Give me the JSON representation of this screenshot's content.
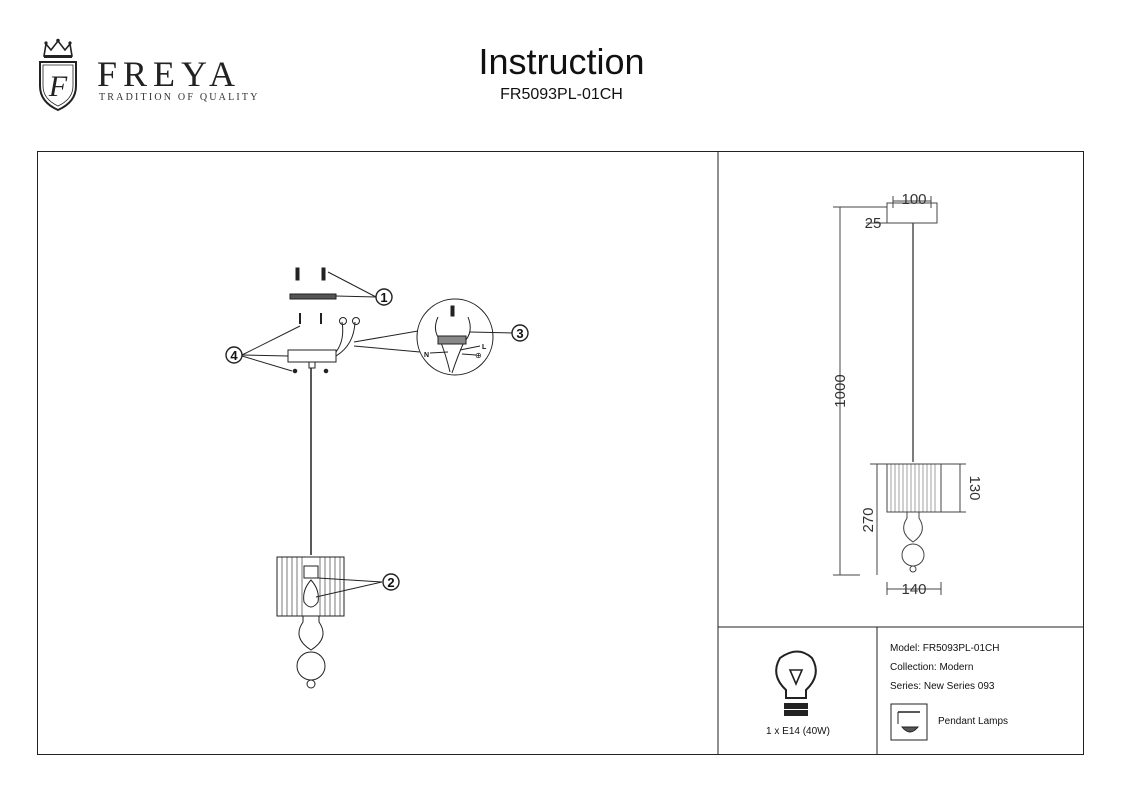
{
  "header": {
    "brand": "FREYA",
    "tagline": "TRADITION OF QUALITY",
    "logo_letter": "F",
    "title": "Instruction",
    "model_code": "FR5093PL-01CH"
  },
  "assembly": {
    "callouts": [
      "1",
      "2",
      "3",
      "4"
    ],
    "wiring_labels": {
      "neutral": "N",
      "live": "L",
      "ground_symbol": "⊕"
    }
  },
  "dimensions": {
    "canopy_width": "100",
    "canopy_height": "25",
    "total_height": "1000",
    "body_height": "270",
    "shade_height": "130",
    "shade_width": "140"
  },
  "specs": {
    "bulb": "1 x E14 (40W)",
    "model_line": "Model: FR5093PL-01CH",
    "collection_line": "Collection: Modern",
    "series_line": "Series: New Series 093",
    "type_label": "Pendant Lamps"
  },
  "icons": [
    "crown-icon",
    "shield-icon",
    "bulb-icon",
    "pendant-lamp-icon"
  ]
}
